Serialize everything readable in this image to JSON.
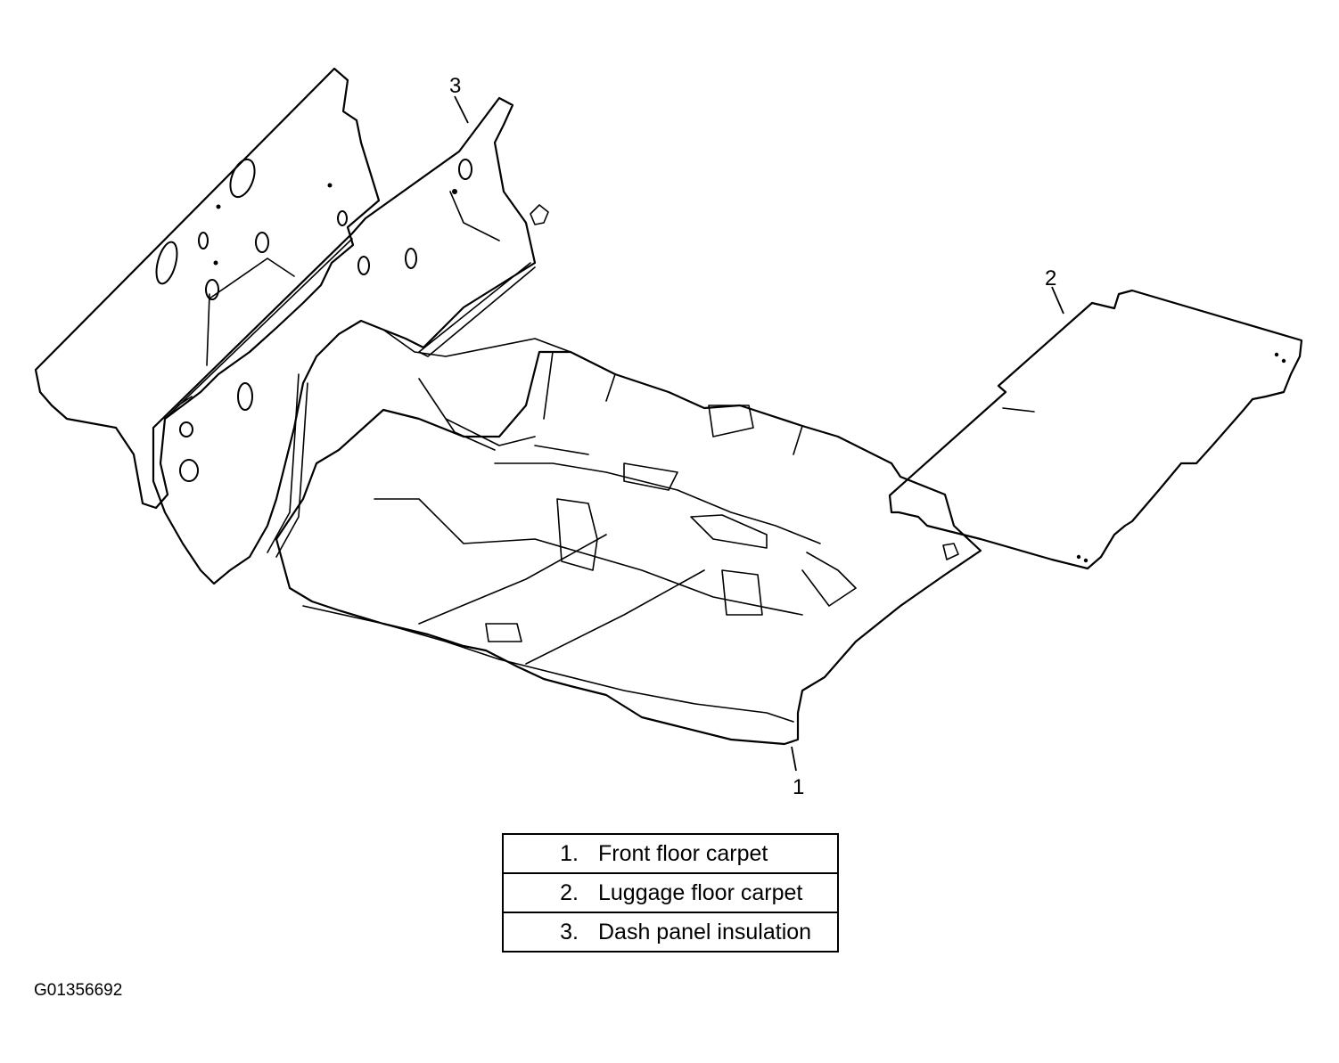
{
  "callouts": {
    "c1": "1",
    "c2": "2",
    "c3": "3"
  },
  "legend": [
    {
      "num": "1.",
      "label": "Front floor carpet"
    },
    {
      "num": "2.",
      "label": "Luggage floor carpet"
    },
    {
      "num": "3.",
      "label": "Dash panel insulation"
    }
  ],
  "figure_id": "G01356692"
}
